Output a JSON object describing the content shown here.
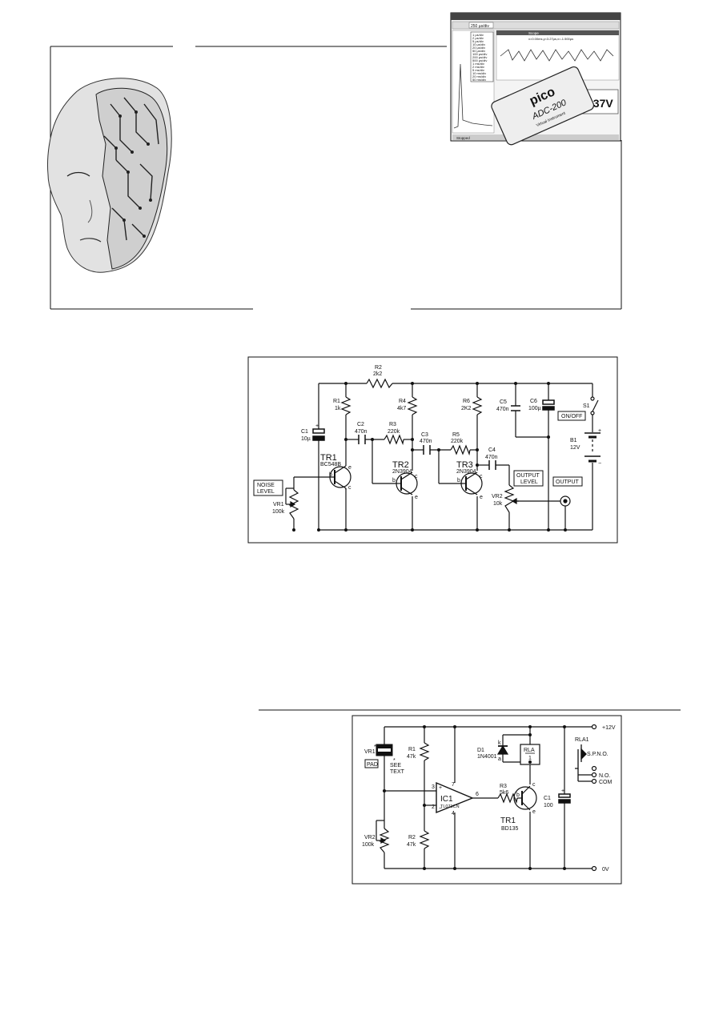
{
  "illustration": {
    "screen_software": {
      "dropdown": "250 µs/div",
      "panel_title": "Scope",
      "panel_header": "x=0.00ms,y=3.27µs,x=-1.500µs",
      "list_items": [
        "1 µs/div",
        "2 µs/div",
        "5 µs/div",
        "10 µs/div",
        "20 µs/div",
        "50 µs/div",
        "100 µs/div",
        "200 µs/div",
        "500 µs/div",
        "1 ms/div",
        "2 ms/div",
        "5 ms/div",
        "10 ms/div",
        "20 ms/div",
        "50 ms/div"
      ],
      "statusbar": "Stopped",
      "meter_value": "237V",
      "device_brand": "pico",
      "device_model": "ADC-200",
      "device_caption": "Virtual Instrument"
    }
  },
  "schematic1": {
    "R2": {
      "ref": "R2",
      "value": "2k2"
    },
    "R1": {
      "ref": "R1",
      "value": "1k"
    },
    "R4": {
      "ref": "R4",
      "value": "4k7"
    },
    "R6": {
      "ref": "R6",
      "value": "2K2"
    },
    "C5": {
      "ref": "C5",
      "value": "470n"
    },
    "C6": {
      "ref": "C6",
      "value": "100µ"
    },
    "S1": {
      "ref": "S1"
    },
    "onoff": "ON/OFF",
    "C1": {
      "ref": "C1",
      "value": "10µ"
    },
    "C2": {
      "ref": "C2",
      "value": "470n"
    },
    "R3": {
      "ref": "R3",
      "value": "220k"
    },
    "C3": {
      "ref": "C3",
      "value": "470n"
    },
    "R5": {
      "ref": "R5",
      "value": "220k"
    },
    "C4": {
      "ref": "C4",
      "value": "470n"
    },
    "B1": {
      "ref": "B1",
      "value": "12V"
    },
    "TR1": {
      "ref": "TR1",
      "value": "BC548B"
    },
    "TR2": {
      "ref": "TR2",
      "value": "2N3904"
    },
    "TR3": {
      "ref": "TR3",
      "value": "2N3904"
    },
    "noise_level": [
      "NOISE",
      "LEVEL"
    ],
    "output_level": [
      "OUTPUT",
      "LEVEL"
    ],
    "output": "OUTPUT",
    "VR1": {
      "ref": "VR1",
      "value": "100k"
    },
    "VR2": {
      "ref": "VR2",
      "value": "10k"
    },
    "pins": {
      "b": "b",
      "c": "c",
      "e": "e"
    },
    "plus": "+",
    "minus": "−"
  },
  "schematic2": {
    "supply": "+12V",
    "ground": "0V",
    "VR1": {
      "ref": "VR1",
      "mark": "*"
    },
    "pad": "PAD",
    "see_text": [
      "SEE",
      "TEXT"
    ],
    "R1": {
      "ref": "R1",
      "value": "47k"
    },
    "R2": {
      "ref": "R2",
      "value": "47k"
    },
    "R3": {
      "ref": "R3",
      "value": "5k6"
    },
    "VR2": {
      "ref": "VR2",
      "value": "100k"
    },
    "IC1": {
      "ref": "IC1",
      "value": "TL071CN"
    },
    "D1": {
      "ref": "D1",
      "value": "1N4001"
    },
    "RLA": {
      "ref": "RLA",
      "value": "1"
    },
    "RLA1": "RLA1",
    "spno": "S.P.N.O.",
    "no": "N.O.",
    "com": "COM",
    "TR1": {
      "ref": "TR1",
      "value": "BD135"
    },
    "C1": {
      "ref": "C1",
      "value": "100"
    },
    "pin_numbers": [
      "2",
      "3",
      "4",
      "6",
      "7"
    ],
    "diode_pins": {
      "k": "k",
      "a": "a"
    },
    "pins": {
      "b": "b",
      "c": "c",
      "e": "e"
    },
    "plus": "+",
    "minus": "−"
  }
}
